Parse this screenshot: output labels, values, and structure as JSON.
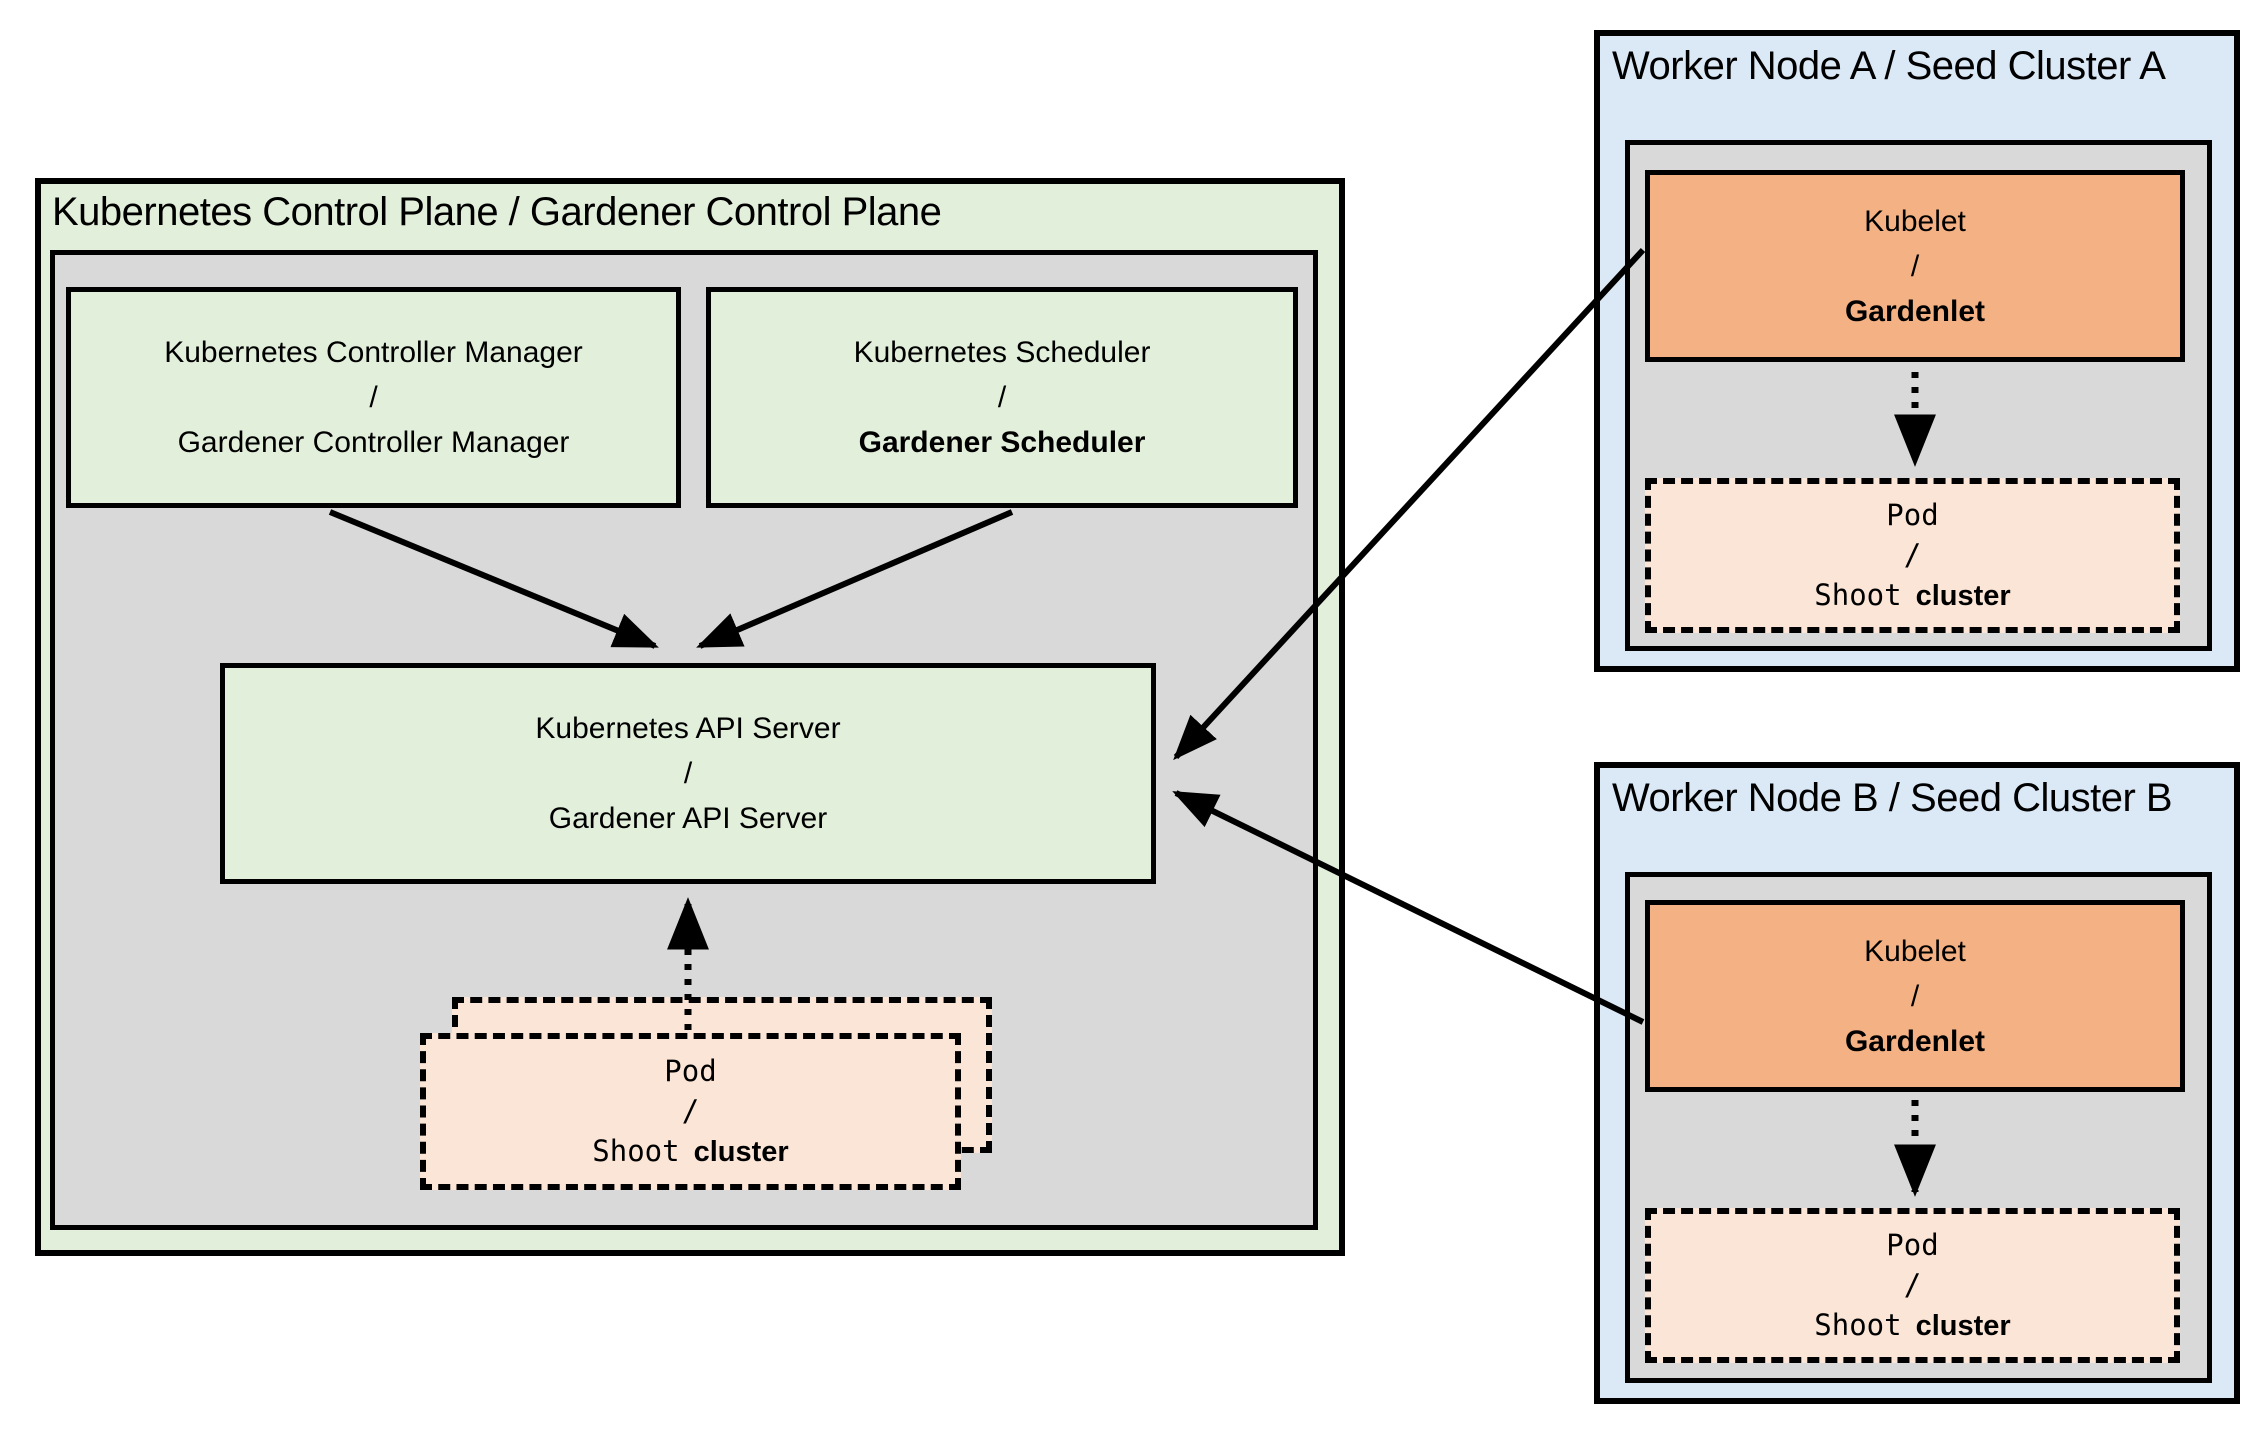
{
  "colors": {
    "box_green": "#e2efda",
    "box_gray": "#d9d9d9",
    "box_blue": "#dbe8f6",
    "box_orange": "#f4b183",
    "box_peach": "#fbe5d6",
    "line_black": "#000000"
  },
  "control_plane": {
    "title": "Kubernetes Control Plane / Gardener Control Plane",
    "controller_manager": {
      "line1": "Kubernetes Controller Manager",
      "line2": "/",
      "line3": "Gardener Controller Manager"
    },
    "scheduler": {
      "line1": "Kubernetes Scheduler",
      "line2": "/",
      "line3": "Gardener Scheduler"
    },
    "api_server": {
      "line1": "Kubernetes API Server",
      "line2": "/",
      "line3": "Gardener API Server"
    },
    "pod": {
      "line1": "Pod",
      "line2": "/",
      "line3_code": "Shoot",
      "line3_text": "cluster"
    }
  },
  "worker_node_a": {
    "title": "Worker Node A / Seed Cluster A",
    "kubelet": {
      "line1": "Kubelet",
      "line2": "/",
      "line3": "Gardenlet"
    },
    "pod": {
      "line1": "Pod",
      "line2": "/",
      "line3_code": "Shoot",
      "line3_text": "cluster"
    }
  },
  "worker_node_b": {
    "title": "Worker Node B / Seed Cluster B",
    "kubelet": {
      "line1": "Kubelet",
      "line2": "/",
      "line3": "Gardenlet"
    },
    "pod": {
      "line1": "Pod",
      "line2": "/",
      "line3_code": "Shoot",
      "line3_text": "cluster"
    }
  }
}
